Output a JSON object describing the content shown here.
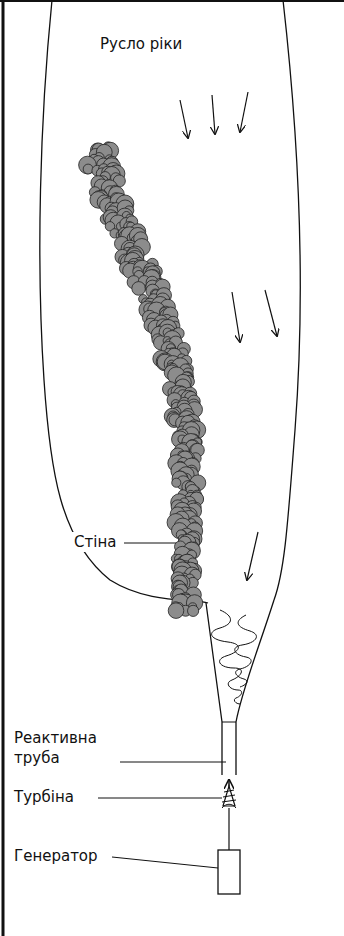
{
  "diagram": {
    "labels": [
      "Русло ріки",
      "Стіна",
      "Реактивна труба",
      "Турбіна",
      "Генератор"
    ]
  }
}
